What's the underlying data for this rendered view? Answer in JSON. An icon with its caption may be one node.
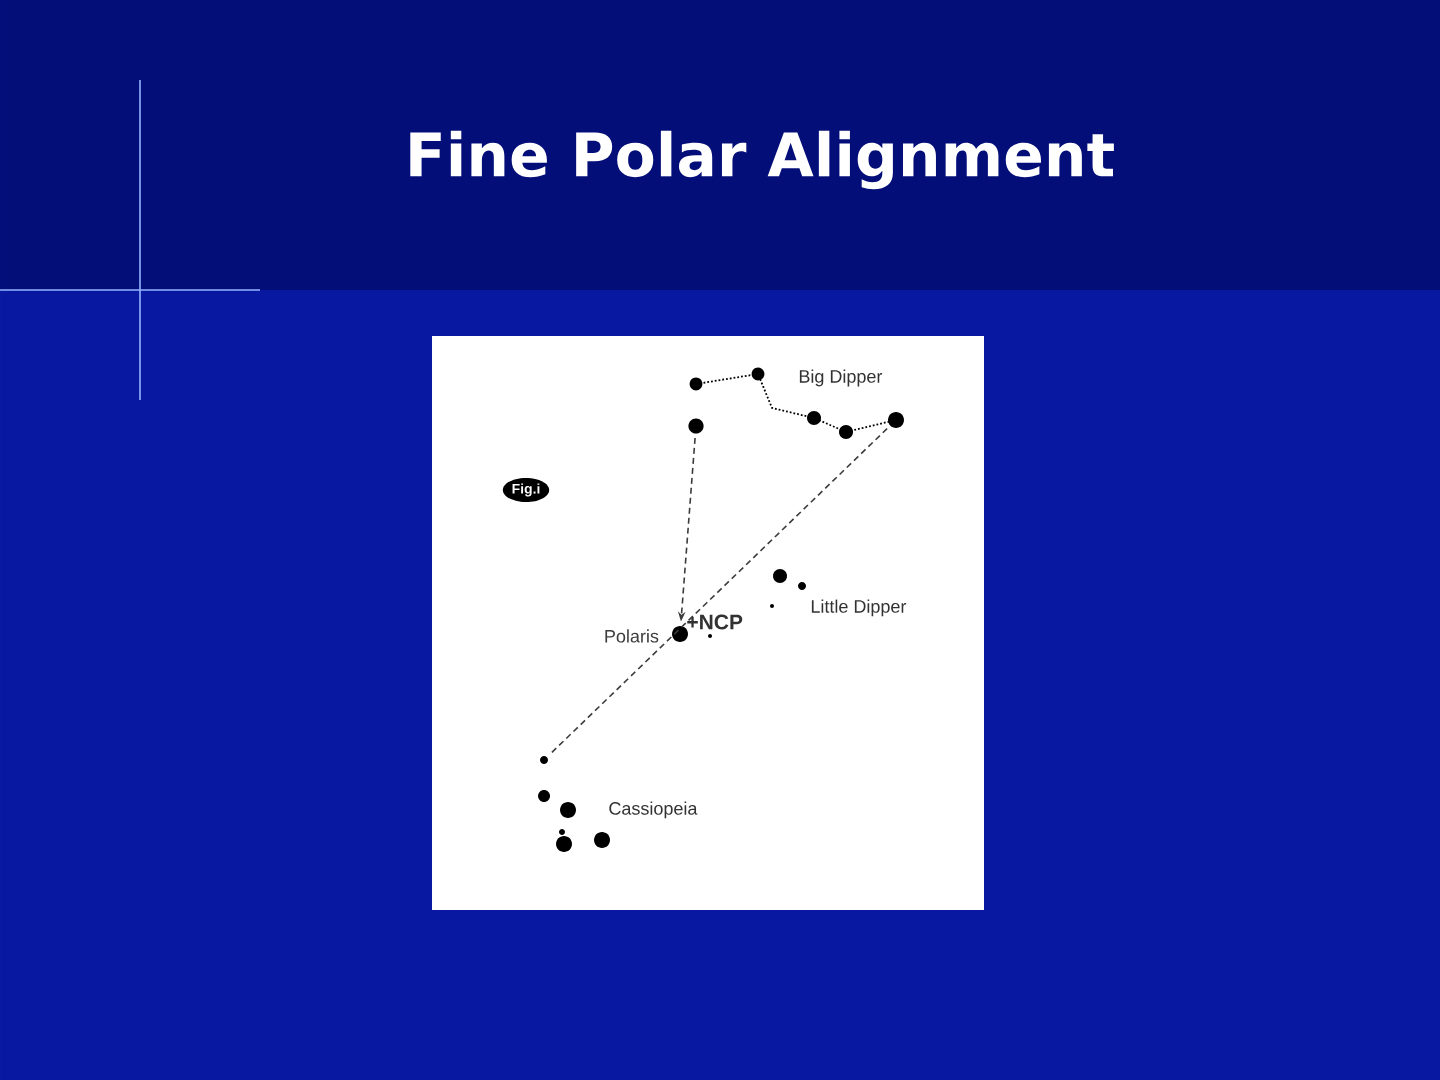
{
  "diagram": {
    "title": "Fine Polar Alignment",
    "nodes": [
      {
        "text": [
          "Fig.i"
        ]
      },
      {
        "text": [],
        "shape": "circle"
      },
      {
        "text": [],
        "shape": "circle"
      },
      {
        "text": [],
        "shape": "circle",
        "beside": [
          "Polaris"
        ]
      },
      {
        "text": [],
        "shape": "circle"
      }
    ],
    "edges": [
      {
        "from": 1,
        "to": 3,
        "arrow": "to",
        "style": "dashed"
      },
      {
        "from": 2,
        "to": 4,
        "arrow": "none",
        "style": "dashed"
      }
    ],
    "labels": [
      "Big Dipper",
      "+NCP",
      "Little Dipper",
      "Cassiopeia"
    ]
  }
}
